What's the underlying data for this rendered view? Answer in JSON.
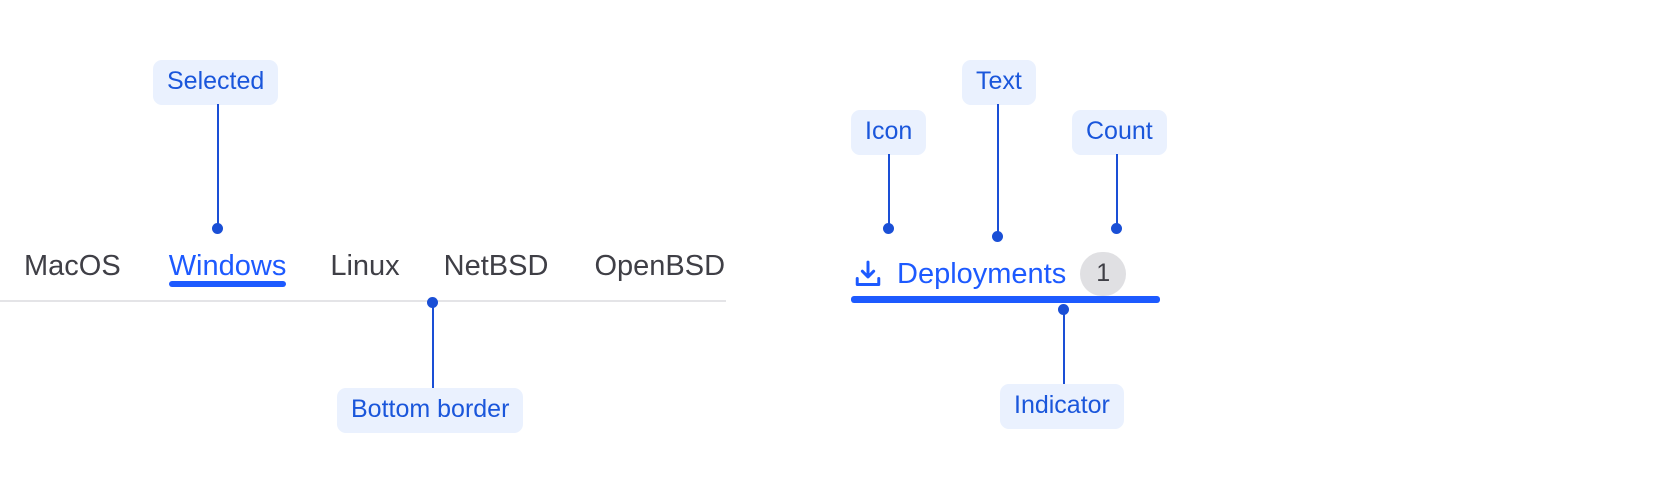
{
  "left_tabs": {
    "name": "os-tab-bar",
    "items": [
      {
        "label": "MacOS",
        "selected": false
      },
      {
        "label": "Windows",
        "selected": true
      },
      {
        "label": "Linux",
        "selected": false
      },
      {
        "label": "NetBSD",
        "selected": false
      },
      {
        "label": "OpenBSD",
        "selected": false
      }
    ],
    "selected_label": "Windows"
  },
  "right_tab": {
    "icon": "download-icon",
    "label": "Deployments",
    "count": "1",
    "selected": true
  },
  "annotations": [
    {
      "id": "selected",
      "label": "Selected"
    },
    {
      "id": "bottom-border",
      "label": "Bottom border"
    },
    {
      "id": "icon",
      "label": "Icon"
    },
    {
      "id": "text",
      "label": "Text"
    },
    {
      "id": "count",
      "label": "Count"
    },
    {
      "id": "indicator",
      "label": "Indicator"
    }
  ],
  "colors": {
    "accent_blue": "#1d5aff",
    "annotation_blue": "#1a4fd6",
    "annotation_bg": "#eaf1fe",
    "text_default": "#3f3f46",
    "divider": "#e4e4e7",
    "badge_bg": "#e0e0e3",
    "background": "#ffffff"
  }
}
